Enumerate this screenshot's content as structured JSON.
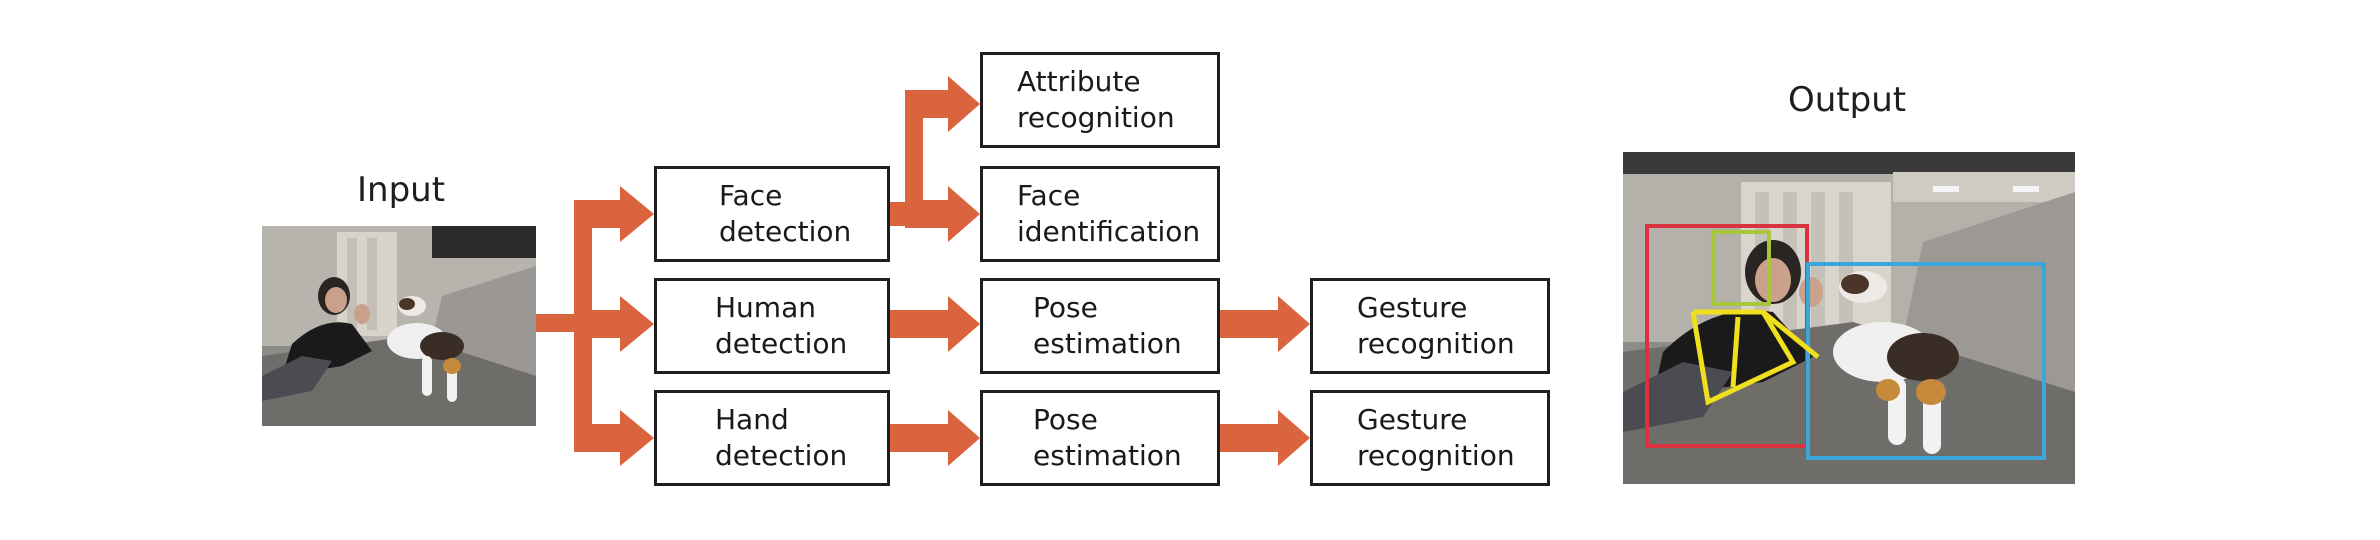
{
  "input_label": "Input",
  "output_label": "Output",
  "nodes": {
    "face_detection": "Face\ndetection",
    "human_detection": "Human\ndetection",
    "hand_detection": "Hand\ndetection",
    "attribute_recognition": "Attribute\nrecognition",
    "face_identification": "Face\nidentification",
    "pose_estimation_human": "Pose\nestimation",
    "pose_estimation_hand": "Pose\nestimation",
    "gesture_recognition_human": "Gesture\nrecognition",
    "gesture_recognition_hand": "Gesture\nrecognition"
  },
  "colors": {
    "arrow": "#d9643e",
    "box_border": "#1e1e1e",
    "person_box": "#d8343f",
    "face_box": "#a8c63a",
    "pose_lines": "#f0df1c",
    "robot_box": "#3aa6dc"
  },
  "icons": {
    "input_photo": "photo-woman-with-robot-dog",
    "output_photo": "photo-with-detection-overlays"
  }
}
